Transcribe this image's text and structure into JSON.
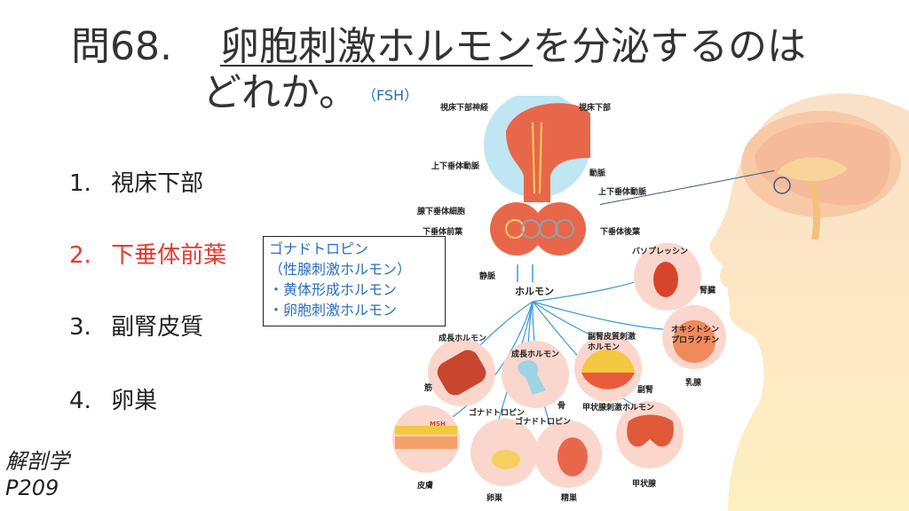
{
  "question": {
    "number": "問68.",
    "underlined": "卵胞刺激ホルモン",
    "rest_line1": "を分泌するのは",
    "line2": "どれか。",
    "fsh_note": "（FSH）"
  },
  "options": [
    {
      "num": "1.",
      "text": "視床下部",
      "correct": false
    },
    {
      "num": "2.",
      "text": "下垂体前葉",
      "correct": true
    },
    {
      "num": "3.",
      "text": "副腎皮質",
      "correct": false
    },
    {
      "num": "4.",
      "text": "卵巣",
      "correct": false
    }
  ],
  "note_box": [
    "ゴナドトロピン",
    "（性腺刺激ホルモン）",
    "・黄体形成ホルモン",
    "・卵胞刺激ホルモン"
  ],
  "reference": {
    "subject": "解剖学",
    "page": "P209"
  },
  "diagram_labels": {
    "hypothalamic_nerve": "視床下部神経",
    "hypothalamus": "視床下部",
    "sup_hyp_artery_left": "上下垂体動脈",
    "artery": "動脈",
    "sup_hyp_artery_right": "上下垂体動脈",
    "adenohypophysis_cells": "腺下垂体細胞",
    "anterior_pituitary": "下垂体前葉",
    "posterior_pituitary": "下垂体後葉",
    "vein": "静脈",
    "hormone": "ホルモン",
    "vasopressin": "バソプレッシン",
    "kidney": "腎臓",
    "oxytocin": "オキシトシン",
    "prolactin": "プロラクチン",
    "mammary": "乳腺",
    "growth_hormone_1": "成長ホルモン",
    "growth_hormone_2": "成長ホルモン",
    "acth_1": "副腎皮質刺激",
    "acth_2": "ホルモン",
    "muscle": "筋",
    "bone": "骨",
    "adrenal": "副腎",
    "tsh": "甲状腺刺激ホルモン",
    "msh": "MSH",
    "gonadotropin_1": "ゴナドトロピン",
    "gonadotropin_2": "ゴナドトロピン",
    "skin": "皮膚",
    "ovary": "卵巣",
    "testis": "精巣",
    "thyroid": "甲状腺"
  },
  "colors": {
    "correct": "#e23a2e",
    "note_text": "#2a6ebb",
    "arrow": "#3a9ad6"
  }
}
